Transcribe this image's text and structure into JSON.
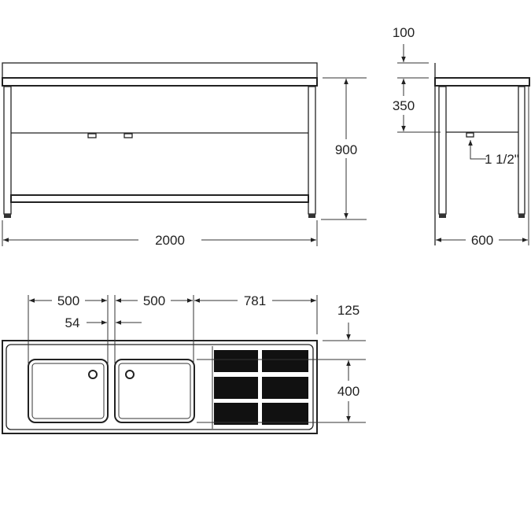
{
  "drawing": {
    "front_view": {
      "width_label": "2000",
      "height_label": "900"
    },
    "side_view": {
      "splash_label": "100",
      "depth_label": "350",
      "waste_label": "1 1/2\"",
      "width_label": "600"
    },
    "plan_view": {
      "bowl1_label": "500",
      "bowl2_label": "500",
      "drainer_label": "781",
      "gap_label": "54",
      "back_label": "125",
      "bowl_depth_label": "400"
    }
  }
}
